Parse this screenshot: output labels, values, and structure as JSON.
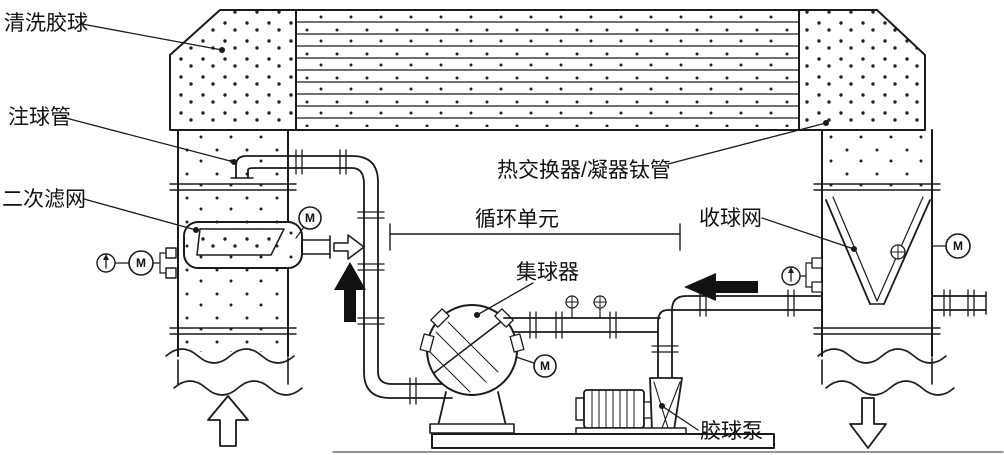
{
  "diagram": {
    "labels": {
      "cleaning_balls": "清洗胶球",
      "injection_pipe": "注球管",
      "secondary_screen": "二次滤网",
      "heat_exchanger": "热交换器/凝器钛管",
      "circulation_unit": "循环单元",
      "ball_collecting_net": "收球网",
      "ball_collector": "集球器",
      "ball_pump": "胶球泵"
    },
    "motor_label": "M",
    "colors": {
      "line": "#1a1a1a",
      "background": "#ffffff",
      "arrow_fill": "#111111"
    }
  }
}
